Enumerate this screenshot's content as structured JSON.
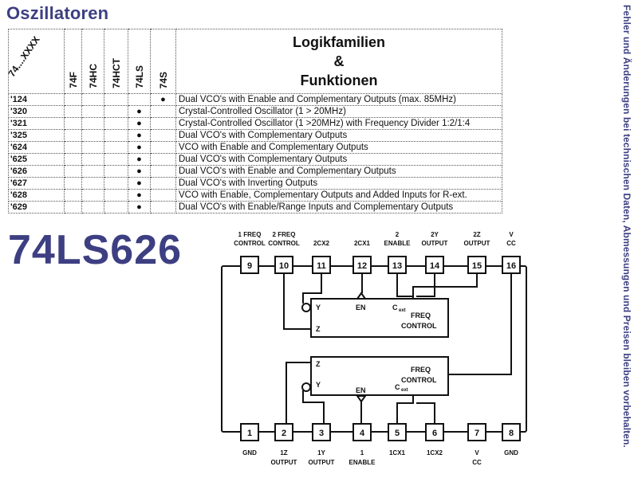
{
  "page": {
    "title": "Oszillatoren",
    "side_note": "Fehler und Änderungen bei technischen Daten, Abmessungen und Preisen bleiben vorbehalten.",
    "part_number": "74LS626"
  },
  "table": {
    "diag_header": "74....XXXX",
    "family_headers": [
      "74F",
      "74HC",
      "74HCT",
      "74LS",
      "74S"
    ],
    "function_header": [
      "Logikfamilien",
      "&",
      "Funktionen"
    ],
    "rows": [
      {
        "code": "'124",
        "marks": [
          false,
          false,
          false,
          false,
          true
        ],
        "function": "Dual VCO's with Enable and Complementary Outputs (max. 85MHz)"
      },
      {
        "code": "'320",
        "marks": [
          false,
          false,
          false,
          true,
          false
        ],
        "function": "Crystal-Controlled Oscillator (1 > 20MHz)"
      },
      {
        "code": "'321",
        "marks": [
          false,
          false,
          false,
          true,
          false
        ],
        "function": "Crystal-Controlled Oscillator (1 >20MHz) with Frequency Divider 1:2/1:4"
      },
      {
        "code": "'325",
        "marks": [
          false,
          false,
          false,
          true,
          false
        ],
        "function": "Dual VCO's with Complementary Outputs"
      },
      {
        "code": "'624",
        "marks": [
          false,
          false,
          false,
          true,
          false
        ],
        "function": "VCO with Enable and Complementary Outputs"
      },
      {
        "code": "'625",
        "marks": [
          false,
          false,
          false,
          true,
          false
        ],
        "function": "Dual VCO's with Complementary Outputs"
      },
      {
        "code": "'626",
        "marks": [
          false,
          false,
          false,
          true,
          false
        ],
        "function": "Dual VCO's with Enable and Complementary Outputs"
      },
      {
        "code": "'627",
        "marks": [
          false,
          false,
          false,
          true,
          false
        ],
        "function": "Dual VCO's with Inverting Outputs"
      },
      {
        "code": "'628",
        "marks": [
          false,
          false,
          false,
          true,
          false
        ],
        "function": "VCO with Enable, Complementary Outputs and Added Inputs for R-ext."
      },
      {
        "code": "'629",
        "marks": [
          false,
          false,
          false,
          true,
          false
        ],
        "function": "Dual VCO's with Enable/Range Inputs and Complementary Outputs"
      }
    ]
  },
  "pinout": {
    "top_pins": [
      {
        "num": "16",
        "label1": "V",
        "label2": "CC"
      },
      {
        "num": "15",
        "label1": "2Z",
        "label2": "OUTPUT"
      },
      {
        "num": "14",
        "label1": "2Y",
        "label2": "OUTPUT"
      },
      {
        "num": "13",
        "label1": "2",
        "label2": "ENABLE"
      },
      {
        "num": "12",
        "label1": "",
        "label2": "2CX1"
      },
      {
        "num": "11",
        "label1": "",
        "label2": "2CX2"
      },
      {
        "num": "10",
        "label1": "2 FREQ",
        "label2": "CONTROL"
      },
      {
        "num": "9",
        "label1": "1 FREQ",
        "label2": "CONTROL"
      }
    ],
    "bottom_pins": [
      {
        "num": "1",
        "label1": "GND",
        "label2": ""
      },
      {
        "num": "2",
        "label1": "1Z",
        "label2": "OUTPUT"
      },
      {
        "num": "3",
        "label1": "1Y",
        "label2": "OUTPUT"
      },
      {
        "num": "4",
        "label1": "1",
        "label2": "ENABLE"
      },
      {
        "num": "5",
        "label1": "1CX1",
        "label2": ""
      },
      {
        "num": "6",
        "label1": "1CX2",
        "label2": ""
      },
      {
        "num": "7",
        "label1": "V",
        "label2": "CC"
      },
      {
        "num": "8",
        "label1": "GND",
        "label2": ""
      }
    ],
    "upper_block": {
      "y": "Y",
      "z": "Z",
      "en": "EN",
      "cext": "C",
      "cext_sub": "ext",
      "freq": "FREQ",
      "control": "CONTROL"
    },
    "lower_block": {
      "y": "Y",
      "z": "Z",
      "en": "EN",
      "cext": "C",
      "cext_sub": "ext",
      "freq": "FREQ",
      "control": "CONTROL"
    }
  }
}
